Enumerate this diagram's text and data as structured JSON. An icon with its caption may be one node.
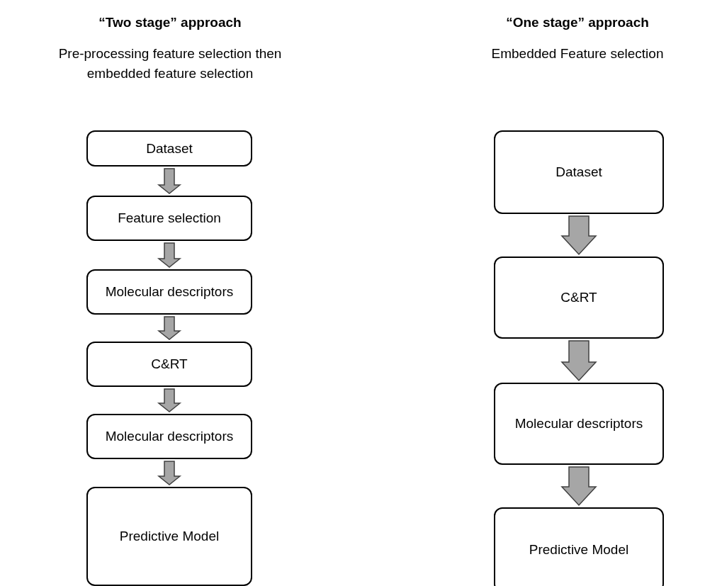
{
  "diagram": {
    "nodes": [
      {
        "text": [
          "Dataset"
        ]
      },
      {
        "text": [
          "Feature selection"
        ]
      },
      {
        "text": [
          "Molecular descriptors"
        ]
      },
      {
        "text": [
          "C&RT"
        ]
      },
      {
        "text": [
          "Molecular descriptors"
        ]
      },
      {
        "text": [
          "Predictive Model"
        ]
      },
      {
        "text": [
          "Dataset"
        ]
      },
      {
        "text": [
          "C&RT"
        ]
      },
      {
        "text": [
          "Molecular descriptors"
        ]
      },
      {
        "text": [
          "Predictive Model"
        ]
      }
    ],
    "edges": [
      {
        "from": 0,
        "to": 1,
        "arrow": "to"
      },
      {
        "from": 1,
        "to": 2,
        "arrow": "to"
      },
      {
        "from": 2,
        "to": 3,
        "arrow": "to"
      },
      {
        "from": 3,
        "to": 4,
        "arrow": "to"
      },
      {
        "from": 4,
        "to": 5,
        "arrow": "to"
      },
      {
        "from": 6,
        "to": 7,
        "arrow": "to"
      },
      {
        "from": 7,
        "to": 8,
        "arrow": "to"
      },
      {
        "from": 8,
        "to": 9,
        "arrow": "to"
      }
    ],
    "labels": [
      "“Two stage” approach",
      "“One stage” approach",
      "Pre-processing feature selection then embedded feature selection",
      "Embedded Feature selection"
    ]
  }
}
